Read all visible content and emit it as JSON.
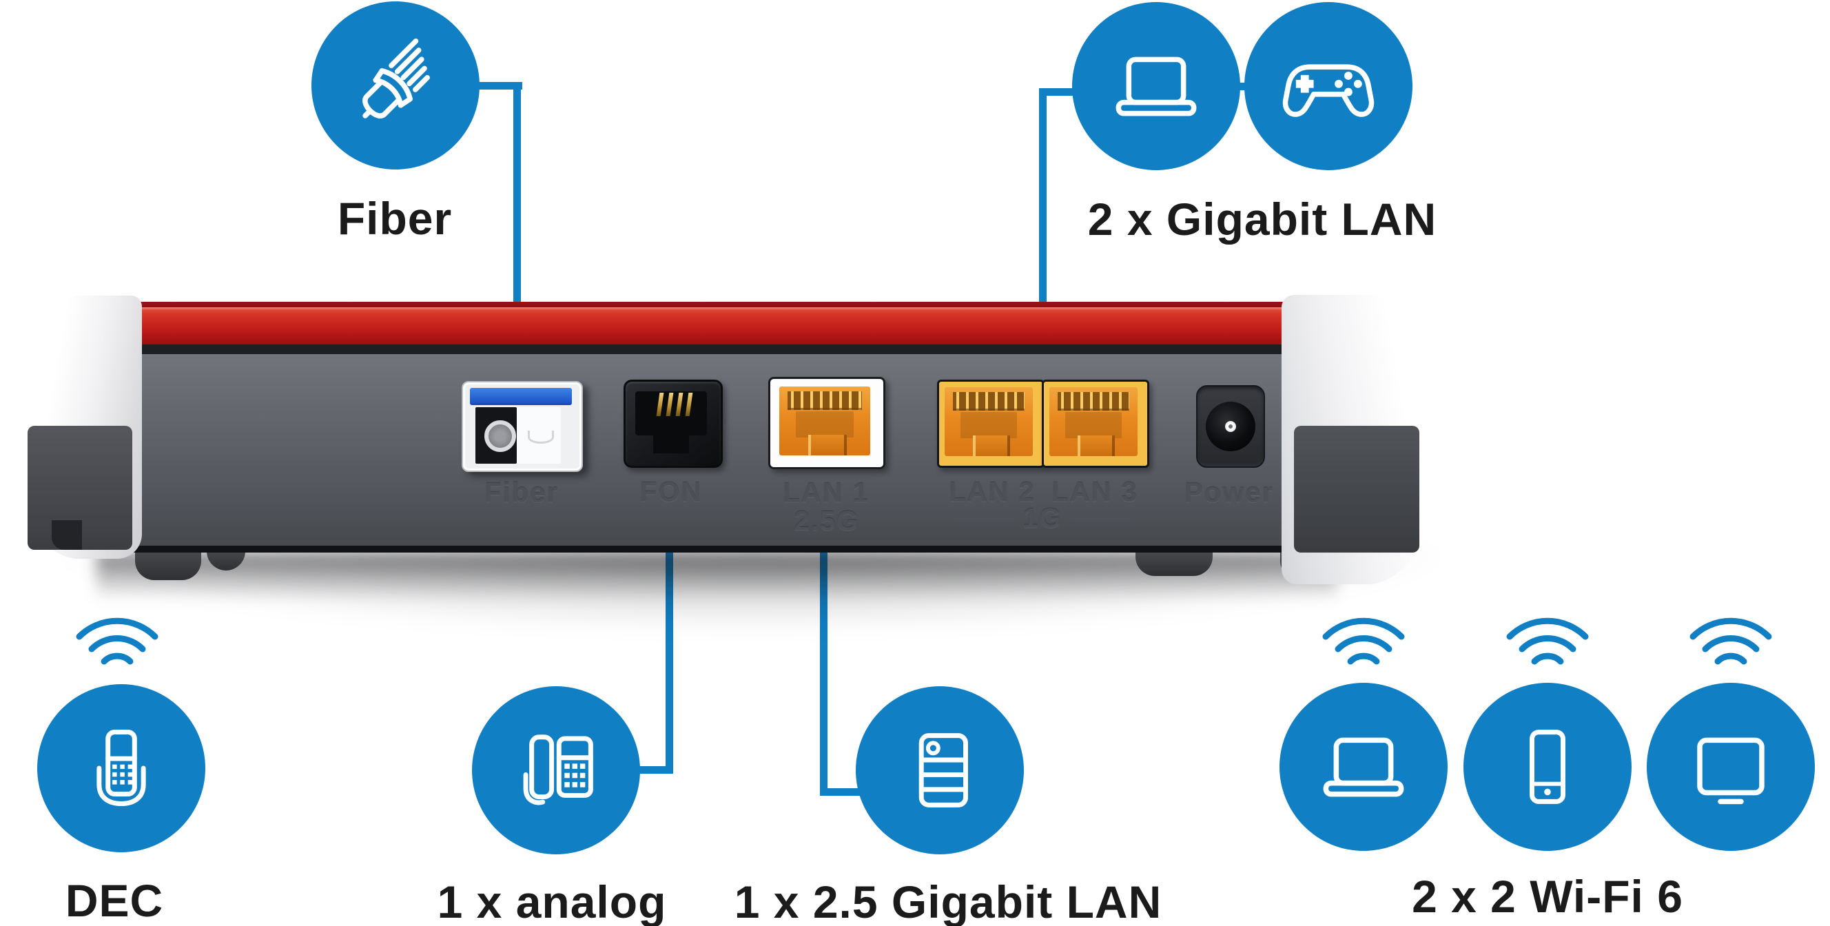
{
  "callouts": {
    "fiber": {
      "label": "Fiber"
    },
    "gigabit_lan": {
      "label": "2 x Gigabit LAN"
    },
    "dect": {
      "label": "DEC"
    },
    "analog": {
      "label": "1 x analog"
    },
    "lan_2_5g": {
      "label": "1 x 2.5 Gigabit LAN"
    },
    "wifi6": {
      "label": "2 x 2 Wi-Fi 6"
    }
  },
  "router": {
    "port_labels": {
      "fiber": "Fiber",
      "fon": "FON",
      "lan1_name": "LAN 1",
      "lan1_speed": "2.5G",
      "lan2_name": "LAN 2",
      "lan3_name": "LAN 3",
      "lan2_3_speed": "1G",
      "power": "Power"
    }
  },
  "colors": {
    "accent_blue": "#117fc4",
    "router_red": "#c2211d",
    "router_body_gray": "#60636a",
    "port_orange": "#e8891f",
    "lan_bezel_yellow": "#f4c04a",
    "label_black": "#1b1b1b",
    "embossed_gray": "#4d5056"
  }
}
